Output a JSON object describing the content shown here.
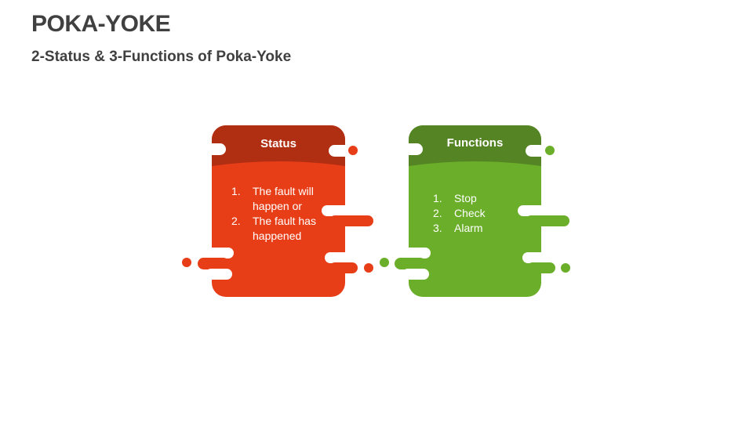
{
  "slide": {
    "title": "POKA-YOKE",
    "subtitle": "2-Status & 3-Functions of Poka-Yoke"
  },
  "cards": [
    {
      "title": "Status",
      "header_color": "#B02E12",
      "body_color": "#E83E18",
      "items": [
        {
          "num": "1.",
          "text": "The fault will happen or"
        },
        {
          "num": "2.",
          "text": "The fault has happened"
        }
      ]
    },
    {
      "title": "Functions",
      "header_color": "#548423",
      "body_color": "#6BAE2A",
      "items": [
        {
          "num": "1.",
          "text": "Stop"
        },
        {
          "num": "2.",
          "text": "Check"
        },
        {
          "num": "3.",
          "text": "Alarm"
        }
      ]
    }
  ]
}
